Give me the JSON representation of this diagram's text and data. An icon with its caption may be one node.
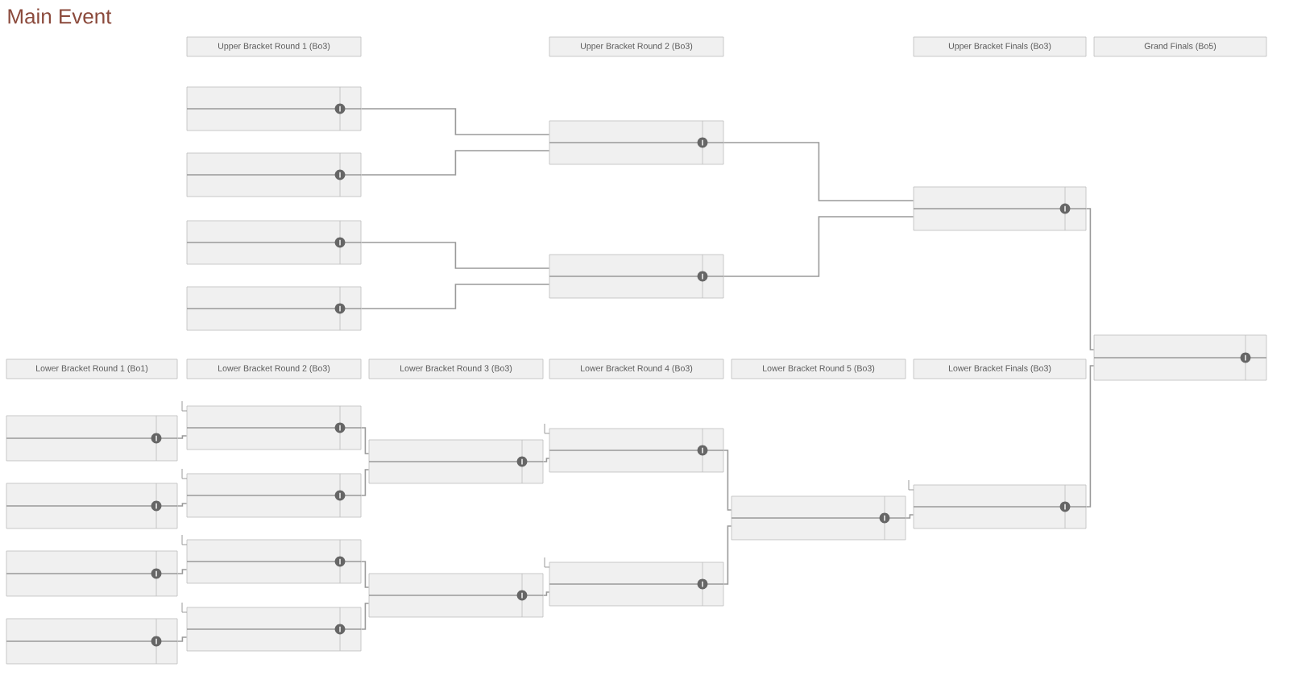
{
  "diagram": {
    "title": "Main Event",
    "nodes": [
      {
        "text": [
          "Upper Bracket Round 1 (Bo3)"
        ]
      },
      {
        "text": [
          "Upper Bracket Round 2 (Bo3)"
        ]
      },
      {
        "text": [
          "Upper Bracket Finals (Bo3)"
        ]
      },
      {
        "text": [
          "Grand Finals (Bo5)"
        ]
      },
      {
        "text": [
          "Lower Bracket Round 1 (Bo1)"
        ]
      },
      {
        "text": [
          "Lower Bracket Round 2 (Bo3)"
        ]
      },
      {
        "text": [
          "Lower Bracket Round 3 (Bo3)"
        ]
      },
      {
        "text": [
          "Lower Bracket Round 4 (Bo3)"
        ]
      },
      {
        "text": [
          "Lower Bracket Round 5 (Bo3)"
        ]
      },
      {
        "text": [
          "Lower Bracket Finals (Bo3)"
        ]
      },
      {
        "text": [],
        "shape": "box"
      },
      {
        "text": [],
        "shape": "box"
      },
      {
        "text": [],
        "shape": "box"
      },
      {
        "text": [],
        "shape": "box"
      },
      {
        "text": [],
        "shape": "box"
      },
      {
        "text": [],
        "shape": "box"
      },
      {
        "text": [],
        "shape": "box"
      },
      {
        "text": [],
        "shape": "box"
      },
      {
        "text": [],
        "shape": "box"
      },
      {
        "text": [],
        "shape": "box"
      },
      {
        "text": [],
        "shape": "box"
      },
      {
        "text": [],
        "shape": "box"
      },
      {
        "text": [],
        "shape": "box"
      },
      {
        "text": [],
        "shape": "box"
      },
      {
        "text": [],
        "shape": "box"
      },
      {
        "text": [],
        "shape": "box"
      },
      {
        "text": [],
        "shape": "box"
      },
      {
        "text": [],
        "shape": "box"
      },
      {
        "text": [],
        "shape": "box"
      },
      {
        "text": [],
        "shape": "box"
      },
      {
        "text": [],
        "shape": "box"
      },
      {
        "text": [],
        "shape": "box"
      }
    ],
    "edges": [
      {
        "from": 10,
        "to": 14,
        "arrow": "none"
      },
      {
        "from": 11,
        "to": 14,
        "arrow": "none"
      },
      {
        "from": 12,
        "to": 15,
        "arrow": "none"
      },
      {
        "from": 13,
        "to": 15,
        "arrow": "none"
      },
      {
        "from": 14,
        "to": 16,
        "arrow": "none"
      },
      {
        "from": 15,
        "to": 16,
        "arrow": "none"
      },
      {
        "from": 16,
        "to": 17,
        "arrow": "none"
      },
      {
        "from": 18,
        "to": 22,
        "arrow": "none"
      },
      {
        "from": 19,
        "to": 23,
        "arrow": "none"
      },
      {
        "from": 20,
        "to": 24,
        "arrow": "none"
      },
      {
        "from": 21,
        "to": 25,
        "arrow": "none"
      },
      {
        "from": 22,
        "to": 26,
        "arrow": "none"
      },
      {
        "from": 23,
        "to": 26,
        "arrow": "none"
      },
      {
        "from": 24,
        "to": 27,
        "arrow": "none"
      },
      {
        "from": 25,
        "to": 27,
        "arrow": "none"
      },
      {
        "from": 26,
        "to": 28,
        "arrow": "none"
      },
      {
        "from": 27,
        "to": 29,
        "arrow": "none"
      },
      {
        "from": 28,
        "to": 30,
        "arrow": "none"
      },
      {
        "from": 29,
        "to": 30,
        "arrow": "none"
      },
      {
        "from": 30,
        "to": 31,
        "arrow": "none"
      },
      {
        "from": 31,
        "to": 17,
        "arrow": "none"
      }
    ]
  }
}
